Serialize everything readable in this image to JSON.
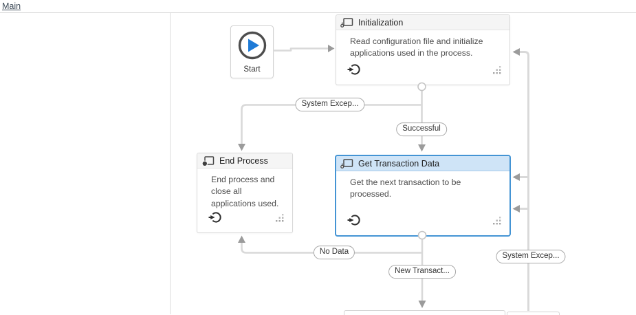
{
  "breadcrumb": {
    "label": "Main"
  },
  "start_node": {
    "label": "Start"
  },
  "states": [
    {
      "title": "Initialization",
      "description": "Read configuration file and initialize applications used in the process.",
      "highlighted": false,
      "icon": "state-icon"
    },
    {
      "title": "End Process",
      "description": "End process and close all applications used.",
      "highlighted": false,
      "icon": "final-state-icon"
    },
    {
      "title": "Get Transaction Data",
      "description": "Get the next transaction to be processed.",
      "highlighted": true,
      "icon": "state-icon"
    }
  ],
  "transitions": [
    {
      "label": "System Excep..."
    },
    {
      "label": "Successful"
    },
    {
      "label": "No Data"
    },
    {
      "label": "New Transact..."
    },
    {
      "label": "System Excep..."
    }
  ],
  "icons": {
    "play": "play-icon",
    "entry": "entry-action-icon",
    "grip": "resize-grip-icon"
  },
  "colors": {
    "accent_blue": "#4494d4",
    "highlight_header_bg": "#cfe4f7",
    "header_bg": "#f5f5f5",
    "connector": "#d9d9d9",
    "arrowhead": "#9b9b9b",
    "play_blue": "#1e7ad6"
  }
}
